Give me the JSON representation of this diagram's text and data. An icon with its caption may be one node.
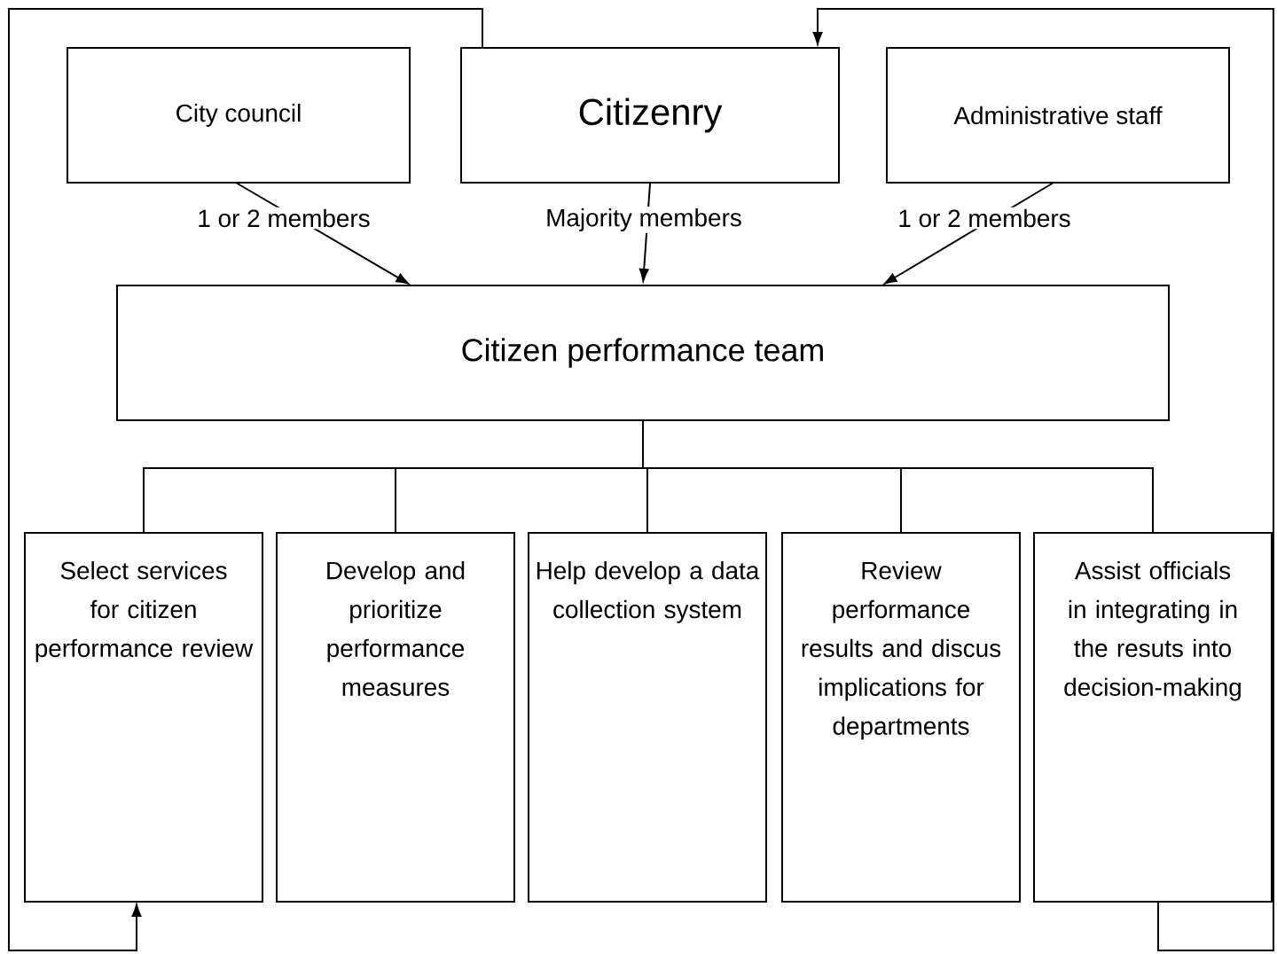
{
  "diagram": {
    "nodes": [
      {
        "text": [
          "City council"
        ]
      },
      {
        "text": [
          "Citizenry"
        ]
      },
      {
        "text": [
          "Administrative staff"
        ]
      },
      {
        "text": [
          "Citizen performance team"
        ]
      },
      {
        "text": [
          "Select services for citizen performance review"
        ]
      },
      {
        "text": [
          "Develop and prioritize performance measures"
        ]
      },
      {
        "text": [
          "Help develop a data collection system"
        ]
      },
      {
        "text": [
          "Review performance results and discus implications for departments"
        ]
      },
      {
        "text": [
          "Assist officials in integrating in the resuts into decision-making"
        ]
      }
    ],
    "edges": [
      {
        "from": 0,
        "to": 3,
        "arrow": "to",
        "label": "1 or 2 members"
      },
      {
        "from": 1,
        "to": 3,
        "arrow": "to",
        "label": "Majority members"
      },
      {
        "from": 2,
        "to": 3,
        "arrow": "to",
        "label": "1 or 2 members"
      },
      {
        "from": 3,
        "to": 4,
        "arrow": "none"
      },
      {
        "from": 3,
        "to": 5,
        "arrow": "none"
      },
      {
        "from": 3,
        "to": 6,
        "arrow": "none"
      },
      {
        "from": 3,
        "to": 7,
        "arrow": "none"
      },
      {
        "from": 3,
        "to": 8,
        "arrow": "none"
      },
      {
        "from": 1,
        "to": 4,
        "arrow": "to"
      },
      {
        "from": 8,
        "to": 1,
        "arrow": "to"
      }
    ]
  }
}
